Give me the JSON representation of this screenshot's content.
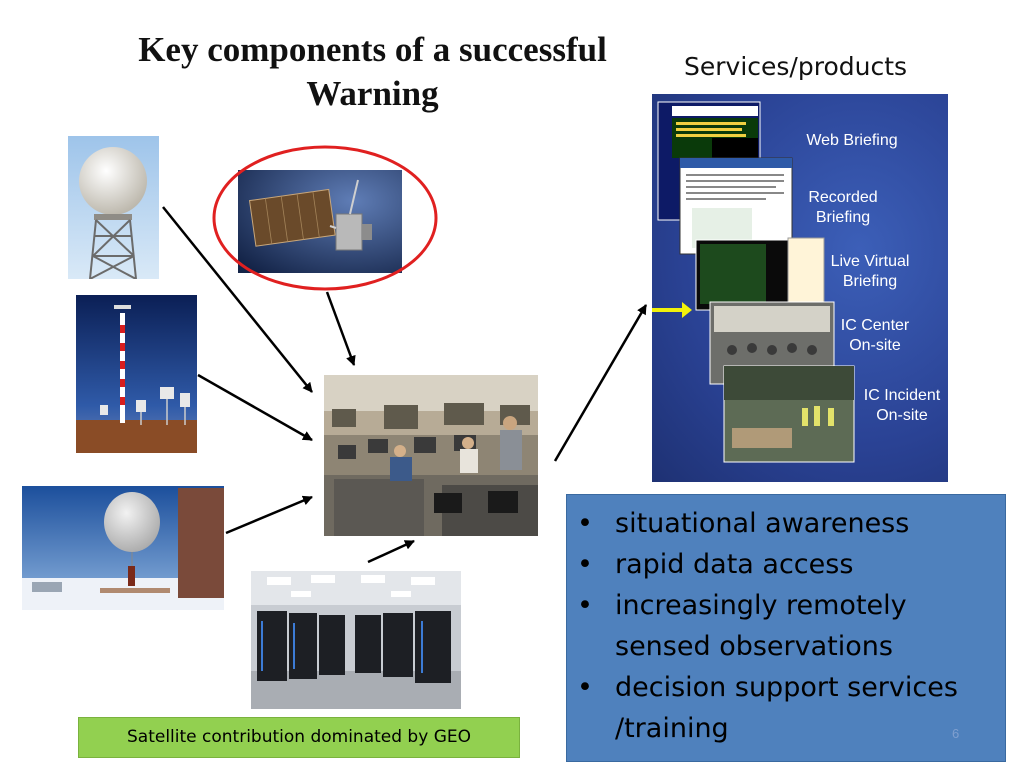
{
  "slide": {
    "title": "Key components of a successful Warning",
    "services_label": "Services/products",
    "page_number": "6"
  },
  "services_panel": {
    "items": [
      "Web Briefing",
      "Recorded Briefing",
      "Live Virtual Briefing",
      "IC Center On-site",
      "IC Incident On-site"
    ]
  },
  "bullets": [
    "situational awareness",
    "rapid data access",
    "increasingly remotely sensed observations",
    "decision support services /training"
  ],
  "callout": {
    "text": "Satellite contribution dominated by GEO"
  },
  "colors": {
    "bullet_box": "#4f81bd",
    "callout_box": "#92d050",
    "highlight_ellipse": "#e02020",
    "services_panel": "#2a4294"
  }
}
